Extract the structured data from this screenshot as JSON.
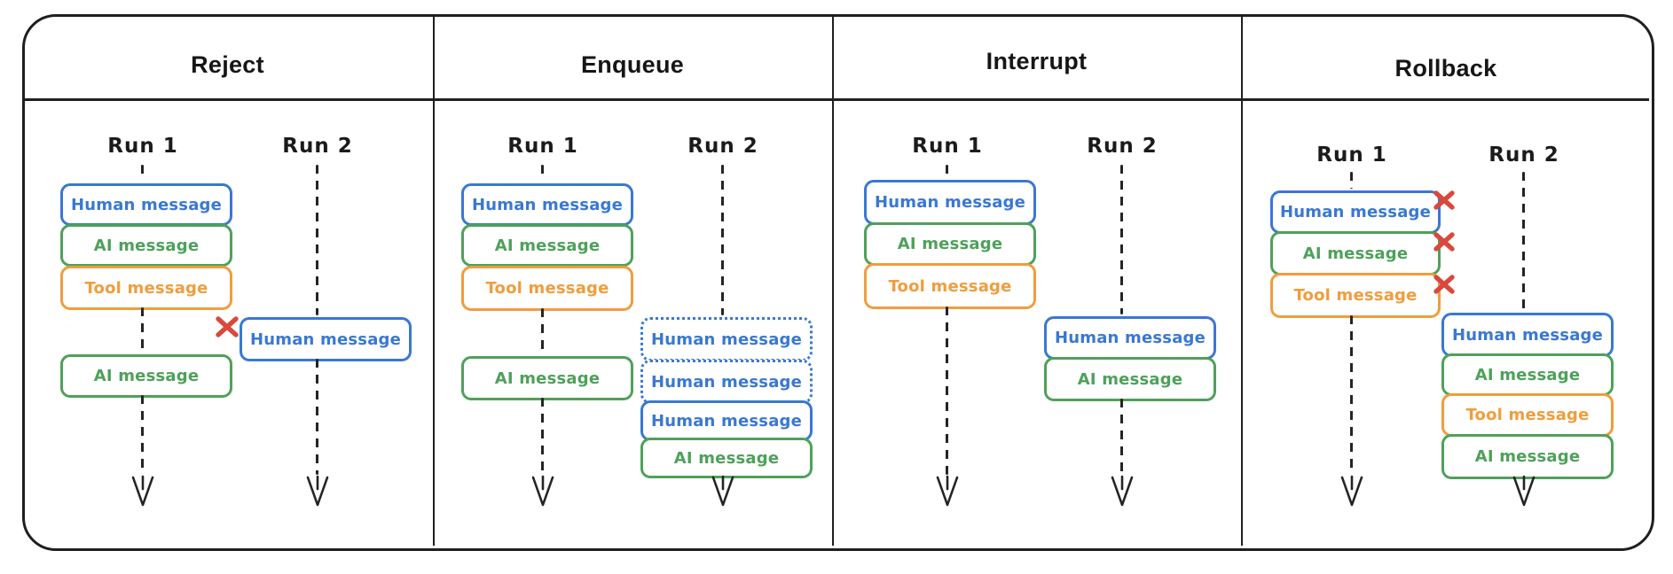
{
  "colors": {
    "human": "#3a78d2",
    "ai": "#4ea15a",
    "tool": "#f09d3d",
    "x_mark": "#d8493c",
    "ink": "#1f1f1f"
  },
  "panels": [
    {
      "title": "Reject",
      "runs": [
        {
          "label": "Run 1",
          "messages": [
            {
              "type": "human",
              "label": "Human message"
            },
            {
              "type": "ai",
              "label": "AI message"
            },
            {
              "type": "tool",
              "label": "Tool message"
            },
            {
              "type": "ai",
              "label": "AI message"
            }
          ]
        },
        {
          "label": "Run 2",
          "rejected": true,
          "messages": [
            {
              "type": "human",
              "label": "Human message"
            }
          ]
        }
      ]
    },
    {
      "title": "Enqueue",
      "runs": [
        {
          "label": "Run 1",
          "messages": [
            {
              "type": "human",
              "label": "Human message"
            },
            {
              "type": "ai",
              "label": "AI message"
            },
            {
              "type": "tool",
              "label": "Tool message"
            },
            {
              "type": "ai",
              "label": "AI message"
            }
          ]
        },
        {
          "label": "Run 2",
          "messages": [
            {
              "type": "human",
              "label": "Human message",
              "queued": true
            },
            {
              "type": "human",
              "label": "Human message",
              "queued": true
            },
            {
              "type": "human",
              "label": "Human message"
            },
            {
              "type": "ai",
              "label": "AI message"
            }
          ]
        }
      ]
    },
    {
      "title": "Interrupt",
      "runs": [
        {
          "label": "Run 1",
          "messages": [
            {
              "type": "human",
              "label": "Human message"
            },
            {
              "type": "ai",
              "label": "AI message"
            },
            {
              "type": "tool",
              "label": "Tool message"
            }
          ]
        },
        {
          "label": "Run 2",
          "messages": [
            {
              "type": "human",
              "label": "Human message"
            },
            {
              "type": "ai",
              "label": "AI message"
            }
          ]
        }
      ]
    },
    {
      "title": "Rollback",
      "runs": [
        {
          "label": "Run 1",
          "messages": [
            {
              "type": "human",
              "label": "Human message",
              "rolled_back": true
            },
            {
              "type": "ai",
              "label": "AI message",
              "rolled_back": true
            },
            {
              "type": "tool",
              "label": "Tool message",
              "rolled_back": true
            }
          ]
        },
        {
          "label": "Run 2",
          "messages": [
            {
              "type": "human",
              "label": "Human message"
            },
            {
              "type": "ai",
              "label": "AI message"
            },
            {
              "type": "tool",
              "label": "Tool message"
            },
            {
              "type": "ai",
              "label": "AI message"
            }
          ]
        }
      ]
    }
  ]
}
